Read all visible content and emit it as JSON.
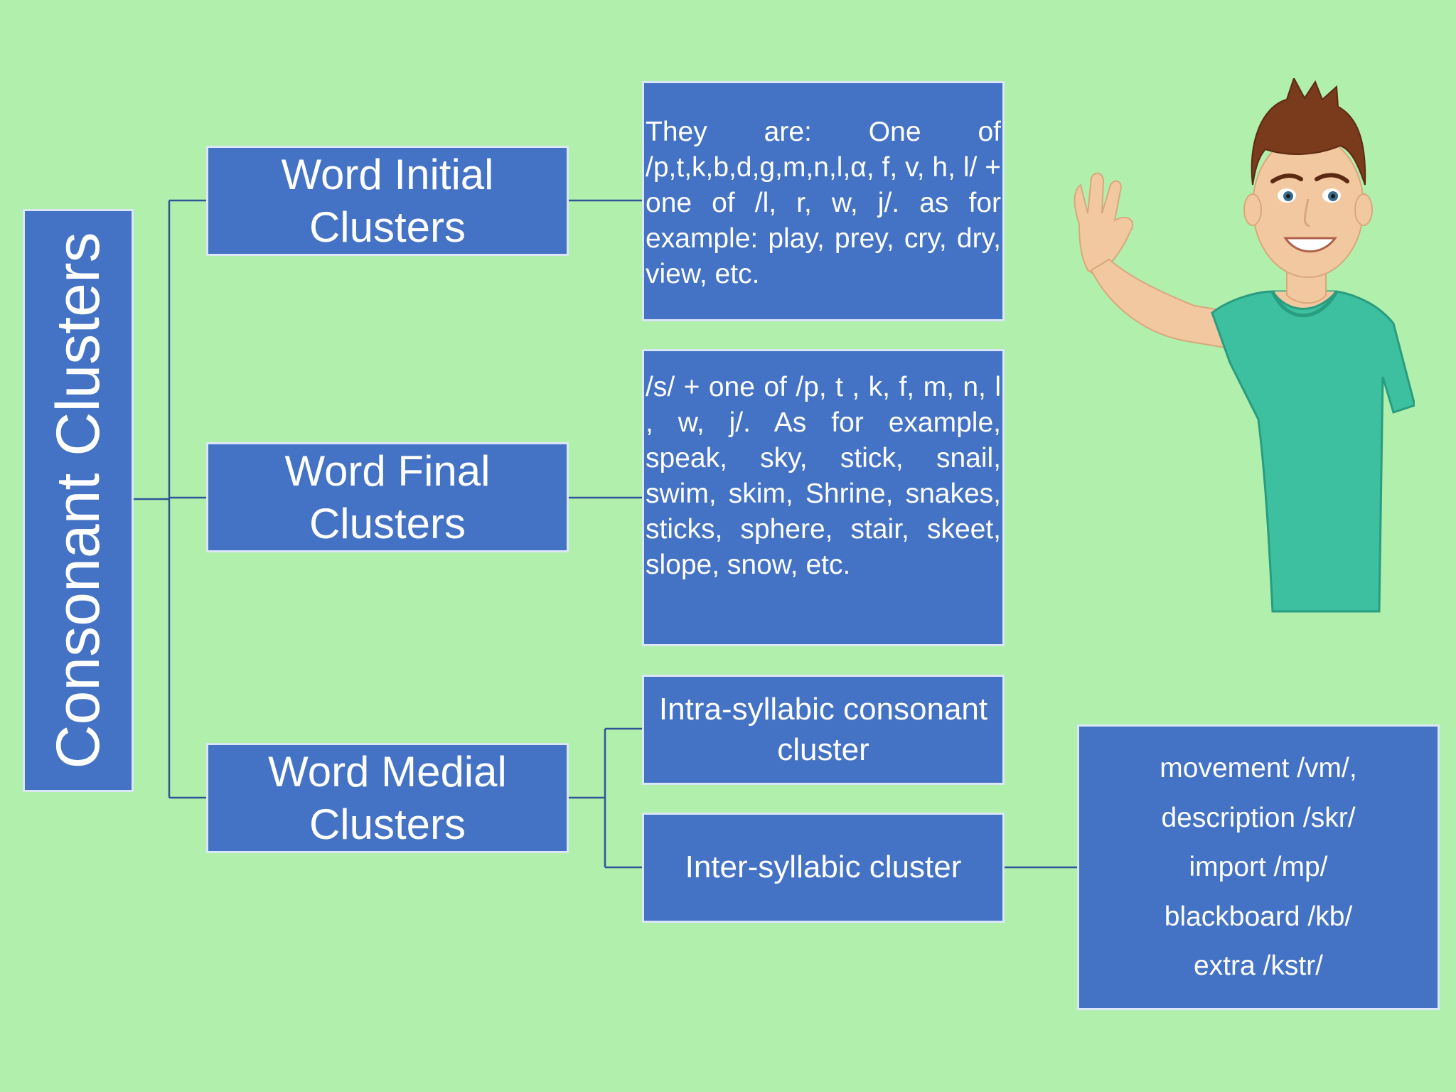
{
  "diagram": {
    "root": "Consonant Clusters",
    "categories": [
      {
        "name": "word-initial",
        "lines": [
          "Word Initial",
          "Clusters"
        ]
      },
      {
        "name": "word-final",
        "lines": [
          "Word Final",
          "Clusters"
        ]
      },
      {
        "name": "word-medial",
        "lines": [
          "Word Medial",
          "Clusters"
        ]
      }
    ],
    "initial_description": "They are: One of /p,t,k,b,d,g,m,n,l,α, f, v, h, l/ + one of /l, r, w, j/. as for example: play, prey, cry, dry, view, etc.",
    "final_description": "/s/ + one of /p, t , k, f, m, n, l , w, j/. As for example, speak, sky, stick, snail, swim, skim, Shrine, snakes, sticks, sphere, stair, skeet, slope, snow, etc.",
    "medial_types": {
      "intra": "Intra-syllabic consonant cluster",
      "inter": "Inter-syllabic cluster"
    },
    "inter_examples": [
      "movement /vm/,",
      "description /skr/",
      "import /mp/",
      "blackboard /kb/",
      "extra /kstr/"
    ]
  },
  "colors": {
    "background": "#b1efad",
    "box_fill": "#4472c4",
    "box_border": "#dbe6f7",
    "connector": "#2f5597"
  },
  "illustration": "cartoon-man-waving"
}
